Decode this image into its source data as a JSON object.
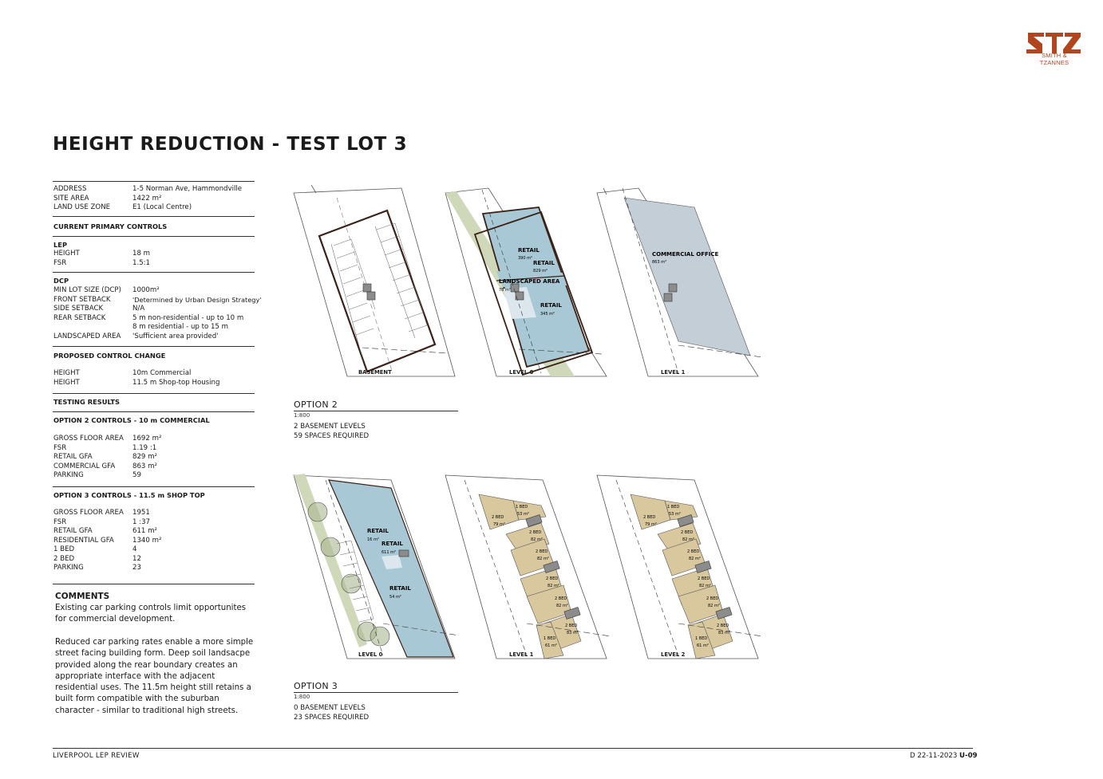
{
  "logo": {
    "text": "SMITH & TZANNES"
  },
  "title": "HEIGHT REDUCTION - TEST LOT 3",
  "site": [
    {
      "label": "ADDRESS",
      "value": "1-5 Norman Ave, Hammondville"
    },
    {
      "label": "SITE AREA",
      "value": "1422 m²"
    },
    {
      "label": "LAND USE ZONE",
      "value": "E1 (Local Centre)"
    }
  ],
  "primary_controls_heading": "CURRENT PRIMARY CONTROLS",
  "lep": {
    "heading": "LEP",
    "rows": [
      {
        "label": "HEIGHT",
        "value": "18 m"
      },
      {
        "label": "FSR",
        "value": "1.5:1"
      }
    ]
  },
  "dcp": {
    "heading": "DCP",
    "rows": [
      {
        "label": "MIN LOT SIZE (DCP)",
        "value": "1000m²"
      },
      {
        "label": "FRONT SETBACK",
        "value": "'Determined by Urban Design Strategy'"
      },
      {
        "label": "SIDE SETBACK",
        "value": "N/A"
      },
      {
        "label": "REAR SETBACK",
        "value": "5 m non-residential - up to 10 m"
      },
      {
        "label": "",
        "value": "8 m residential - up to 15 m"
      },
      {
        "label": "LANDSCAPED AREA",
        "value": "'Sufficient area provided'"
      }
    ]
  },
  "proposed": {
    "heading": "PROPOSED CONTROL CHANGE",
    "rows": [
      {
        "label": "HEIGHT",
        "value": "10m Commercial"
      },
      {
        "label": "HEIGHT",
        "value": "11.5 m Shop-top Housing"
      }
    ]
  },
  "testing_heading": "TESTING RESULTS",
  "option2_controls": {
    "heading": "OPTION 2 CONTROLS - 10 m COMMERCIAL",
    "rows": [
      {
        "label": "GROSS FLOOR AREA",
        "value": "1692 m²"
      },
      {
        "label": "FSR",
        "value": "1.19 :1"
      },
      {
        "label": "RETAIL GFA",
        "value": "829 m²"
      },
      {
        "label": "COMMERCIAL GFA",
        "value": "863 m²"
      },
      {
        "label": "PARKING",
        "value": "59"
      }
    ]
  },
  "option3_controls": {
    "heading": "OPTION 3 CONTROLS - 11.5 m SHOP TOP",
    "rows": [
      {
        "label": "GROSS FLOOR AREA",
        "value": "1951"
      },
      {
        "label": "FSR",
        "value": "1 :37"
      },
      {
        "label": "RETAIL GFA",
        "value": "611 m²"
      },
      {
        "label": "RESIDENTIAL GFA",
        "value": "1340 m²"
      },
      {
        "label": "1 BED",
        "value": "4"
      },
      {
        "label": "2 BED",
        "value": "12"
      },
      {
        "label": "PARKING",
        "value": "23"
      }
    ]
  },
  "comments": {
    "heading": "COMMENTS",
    "p1": "Existing car parking controls limit opportunites for commercial development.",
    "p2": "Reduced car parking rates enable a more simple street facing building form. Deep soil landsacpe provided along the rear boundary creates an appropriate interface with the adjacent residential uses. The 11.5m height still retains a built form compatible with the suburban character - similar to traditional high streets."
  },
  "option2": {
    "title": "OPTION 2",
    "scale": "1:800",
    "line1": "2 BASEMENT LEVELS",
    "line2": "59 SPACES REQUIRED",
    "levels": [
      "BASEMENT",
      "LEVEL 0",
      "LEVEL 1"
    ],
    "labels": {
      "retail_a": "RETAIL",
      "retail_a_area": "390 m²",
      "retail_b": "RETAIL",
      "retail_b_area": "829 m²",
      "landscaped": "LANDSCAPED AREA",
      "landscaped_area": "78 m²",
      "retail_c": "RETAIL",
      "retail_c_area": "345 m²",
      "commercial": "COMMERCIAL OFFICE",
      "commercial_area": "863 m²"
    }
  },
  "option3": {
    "title": "OPTION 3",
    "scale": "1:800",
    "line1": "0 BASEMENT LEVELS",
    "line2": "23 SPACES REQUIRED",
    "levels": [
      "LEVEL 0",
      "LEVEL 1",
      "LEVEL 2"
    ],
    "labels": {
      "retail_a": "RETAIL",
      "retail_a_area": "16 m²",
      "retail_b": "RETAIL",
      "retail_b_area": "611 m²",
      "retail_c": "RETAIL",
      "retail_c_area": "54 m²"
    },
    "units": [
      {
        "type": "1 BED",
        "area": "53 m²"
      },
      {
        "type": "2 BED",
        "area": "79 m²"
      },
      {
        "type": "2 BED",
        "area": "82 m²"
      },
      {
        "type": "2 BED",
        "area": "82 m²"
      },
      {
        "type": "2 BED",
        "area": "82 m²"
      },
      {
        "type": "2 BED",
        "area": "82 m²"
      },
      {
        "type": "2 BED",
        "area": "83 m²"
      },
      {
        "type": "1 BED",
        "area": "61 m²"
      }
    ]
  },
  "footer": {
    "left": "LIVERPOOL LEP REVIEW",
    "date": "D 22-11-2023",
    "sheet": "U-09"
  },
  "colors": {
    "retail": "#a7c8d4",
    "commercial": "#c3ced6",
    "landscape": "#cfd8b9",
    "residential": "#d9c89e",
    "brand": "#b0451f"
  }
}
